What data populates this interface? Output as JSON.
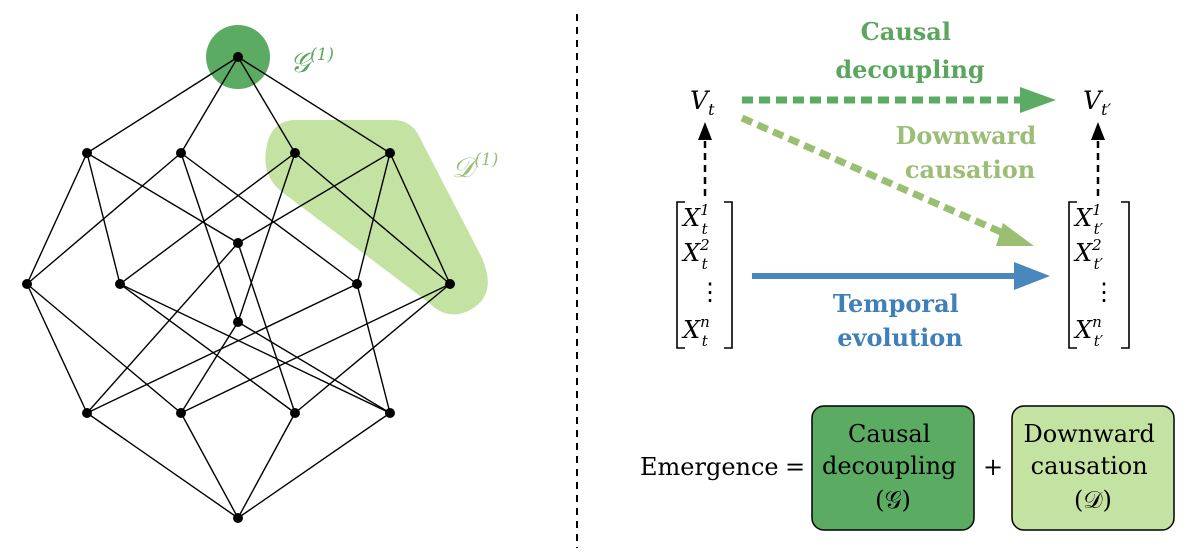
{
  "lattice": {
    "g_label": "𝒢",
    "g_sup": "(1)",
    "d_label": "𝒟",
    "d_sup": "(1)"
  },
  "right": {
    "causal_decoupling": [
      "Causal",
      "decoupling"
    ],
    "downward_causation": [
      "Downward",
      "causation"
    ],
    "temporal_evolution": [
      "Temporal",
      "evolution"
    ],
    "v_left": {
      "base": "V",
      "sub": "t"
    },
    "v_right": {
      "base": "V",
      "sub": "t′"
    },
    "x_left": [
      {
        "base": "X",
        "sup": "1",
        "sub": "t"
      },
      {
        "base": "X",
        "sup": "2",
        "sub": "t"
      },
      {
        "base": "X",
        "sup": "n",
        "sub": "t"
      }
    ],
    "x_right": [
      {
        "base": "X",
        "sup": "1",
        "sub": "t′"
      },
      {
        "base": "X",
        "sup": "2",
        "sub": "t′"
      },
      {
        "base": "X",
        "sup": "n",
        "sub": "t′"
      }
    ],
    "vdots": "⋮"
  },
  "equation": {
    "lhs": "Emergence",
    "equals": "=",
    "plus": "+",
    "box1": [
      "Causal",
      "decoupling",
      "(𝒢)"
    ],
    "box2": [
      "Downward",
      "causation",
      "(𝒟)"
    ]
  },
  "colors": {
    "dark_green": "#5bab63",
    "light_green": "#c4e2a1",
    "mid_green": "#9bbf72",
    "blue": "#4a87bd",
    "text_green": "#5aa65f",
    "text_light_green": "#9bbd76",
    "text_blue": "#3f7fba"
  }
}
